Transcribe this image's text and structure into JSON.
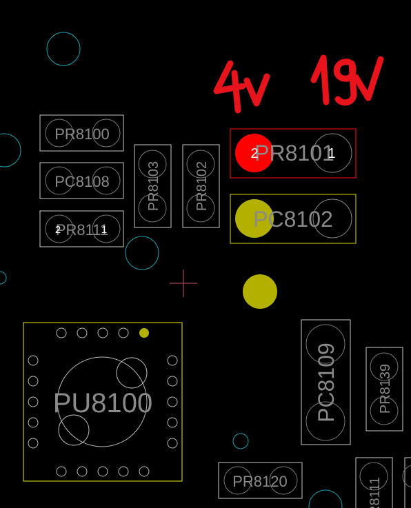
{
  "annotations": {
    "voltage_left": "4v",
    "voltage_right": "19v",
    "annotation_color": "#e8141c"
  },
  "components": {
    "pr8100": "PR8100",
    "pc8108": "PC8108",
    "pr8111": "PR8111",
    "pr8103": "PR8103",
    "pr8102": "PR8102",
    "pr8101": "PR8101",
    "pc8102": "PC8102",
    "pu8100": "PU8100",
    "pc8109": "PC8109",
    "pr8139": "PR8139",
    "pr8120": "PR8120",
    "pr8111_partial": "R8111"
  },
  "pin_labels": {
    "pr8101_pin2": "2",
    "pr8101_pin1": "1",
    "pr8111_pin2": "2",
    "pr8111_pin1": "1"
  },
  "colors": {
    "background": "#000000",
    "outline": "#c8c8c8",
    "label": "#8a8a8a",
    "highlight_red": "#ff0000",
    "highlight_yellow": "#b4b000",
    "via": "#1aa0b0"
  }
}
